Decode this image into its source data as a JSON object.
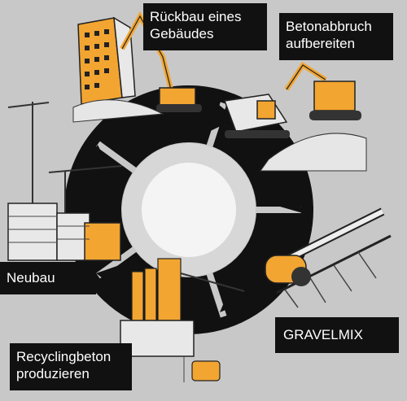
{
  "colors": {
    "background": "#c8c8c8",
    "cycle": "#111111",
    "accent": "#f2a531",
    "label_bg": "#111111",
    "label_text": "#ffffff",
    "center": "#f4f4f4"
  },
  "labels": {
    "rueckbau": [
      "Rückbau eines",
      "Gebäudes"
    ],
    "beton": [
      "Betonabbruch",
      "aufbereiten"
    ],
    "neubau": "Neubau",
    "gravelmix": "GRAVELMIX",
    "recycling": [
      "Recyclingbeton",
      "produzieren"
    ]
  },
  "illustrations": {
    "demolition": "demolition-excavator-icon",
    "crusher": "crusher-excavator-icon",
    "construction": "crane-construction-icon",
    "conveyor": "conveyor-belt-icon",
    "plant": "concrete-plant-icon"
  }
}
